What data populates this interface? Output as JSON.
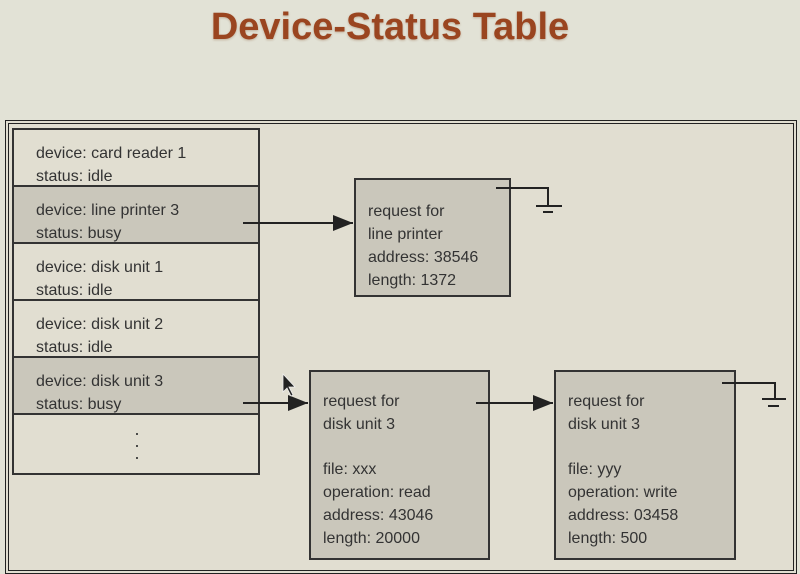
{
  "title": "Device-Status Table",
  "devices": [
    {
      "device": "device: card reader 1",
      "status": "status: idle",
      "busy": false
    },
    {
      "device": "device: line printer 3",
      "status": "status: busy",
      "busy": true
    },
    {
      "device": "device: disk unit 1",
      "status": "status: idle",
      "busy": false
    },
    {
      "device": "device: disk unit 2",
      "status": "status: idle",
      "busy": false
    },
    {
      "device": "device: disk unit 3",
      "status": "status: busy",
      "busy": true
    }
  ],
  "ellipsis": "·\n·\n·",
  "requests": {
    "printer": {
      "l1": "request for",
      "l2": "line printer",
      "l3": "address: 38546",
      "l4": "length: 1372"
    },
    "disk_a": {
      "l1": "request for",
      "l2": "disk unit 3",
      "file": "file: xxx",
      "op": "operation: read",
      "addr": "address: 43046",
      "len": "length: 20000"
    },
    "disk_b": {
      "l1": "request for",
      "l2": "disk unit 3",
      "file": "file: yyy",
      "op": "operation: write",
      "addr": "address: 03458",
      "len": "length: 500"
    }
  }
}
